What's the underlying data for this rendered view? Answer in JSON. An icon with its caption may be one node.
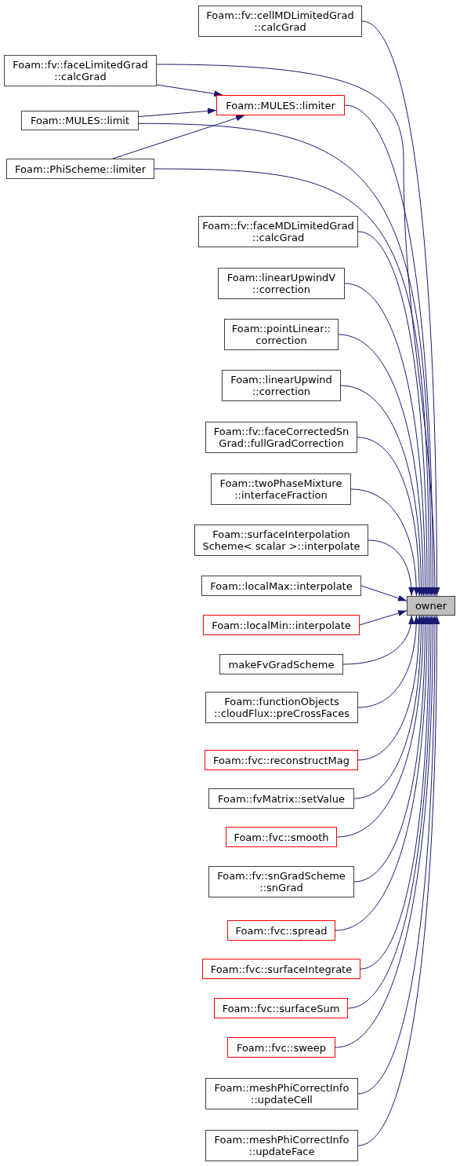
{
  "diagram": {
    "nodes": [
      {
        "text": [
          "Foam::fv::cellMDLimitedGrad ::calcGrad"
        ]
      },
      {
        "text": [
          "Foam::fv::faceLimitedGrad ::calcGrad"
        ]
      },
      {
        "text": [
          "Foam::MULES::limiter"
        ]
      },
      {
        "text": [
          "Foam::MULES::limit"
        ]
      },
      {
        "text": [
          "Foam::PhiScheme::limiter"
        ]
      },
      {
        "text": [
          "Foam::fv::faceMDLimitedGrad ::calcGrad"
        ]
      },
      {
        "text": [
          "Foam::linearUpwindV ::correction"
        ]
      },
      {
        "text": [
          "Foam::pointLinear:: correction"
        ]
      },
      {
        "text": [
          "Foam::linearUpwind ::correction"
        ]
      },
      {
        "text": [
          "Foam::fv::faceCorrectedSn Grad::fullGradCorrection"
        ]
      },
      {
        "text": [
          "Foam::twoPhaseMixture ::interfaceFraction"
        ]
      },
      {
        "text": [
          "Foam::surfaceInterpolation Scheme< scalar >::interpolate"
        ]
      },
      {
        "text": [
          "Foam::localMax::interpolate"
        ]
      },
      {
        "text": [
          "Foam::localMin::interpolate"
        ]
      },
      {
        "text": [
          "makeFvGradScheme"
        ]
      },
      {
        "text": [
          "Foam::functionObjects ::cloudFlux::preCrossFaces"
        ]
      },
      {
        "text": [
          "Foam::fvc::reconstructMag"
        ]
      },
      {
        "text": [
          "Foam::fvMatrix::setValue"
        ]
      },
      {
        "text": [
          "Foam::fvc::smooth"
        ]
      },
      {
        "text": [
          "Foam::fv::snGradScheme ::snGrad"
        ]
      },
      {
        "text": [
          "Foam::fvc::spread"
        ]
      },
      {
        "text": [
          "Foam::fvc::surfaceIntegrate"
        ]
      },
      {
        "text": [
          "Foam::fvc::surfaceSum"
        ]
      },
      {
        "text": [
          "Foam::fvc::sweep"
        ]
      },
      {
        "text": [
          "Foam::meshPhiCorrectInfo ::updateCell"
        ]
      },
      {
        "text": [
          "Foam::meshPhiCorrectInfo ::updateFace"
        ]
      },
      {
        "text": [
          "owner"
        ]
      }
    ],
    "edges": [
      {
        "from": 0,
        "to": 26,
        "arrow": "to"
      },
      {
        "from": 1,
        "to": 26,
        "arrow": "to"
      },
      {
        "from": 1,
        "to": 2,
        "arrow": "to"
      },
      {
        "from": 2,
        "to": 26,
        "arrow": "to"
      },
      {
        "from": 3,
        "to": 2,
        "arrow": "to"
      },
      {
        "from": 3,
        "to": 26,
        "arrow": "to"
      },
      {
        "from": 4,
        "to": 2,
        "arrow": "to"
      },
      {
        "from": 4,
        "to": 26,
        "arrow": "to"
      },
      {
        "from": 5,
        "to": 26,
        "arrow": "to"
      },
      {
        "from": 6,
        "to": 26,
        "arrow": "to"
      },
      {
        "from": 7,
        "to": 26,
        "arrow": "to"
      },
      {
        "from": 8,
        "to": 26,
        "arrow": "to"
      },
      {
        "from": 9,
        "to": 26,
        "arrow": "to"
      },
      {
        "from": 10,
        "to": 26,
        "arrow": "to"
      },
      {
        "from": 11,
        "to": 26,
        "arrow": "to"
      },
      {
        "from": 12,
        "to": 26,
        "arrow": "to"
      },
      {
        "from": 13,
        "to": 26,
        "arrow": "to"
      },
      {
        "from": 14,
        "to": 26,
        "arrow": "to"
      },
      {
        "from": 15,
        "to": 26,
        "arrow": "to"
      },
      {
        "from": 16,
        "to": 26,
        "arrow": "to"
      },
      {
        "from": 17,
        "to": 26,
        "arrow": "to"
      },
      {
        "from": 18,
        "to": 26,
        "arrow": "to"
      },
      {
        "from": 19,
        "to": 26,
        "arrow": "to"
      },
      {
        "from": 20,
        "to": 26,
        "arrow": "to"
      },
      {
        "from": 21,
        "to": 26,
        "arrow": "to"
      },
      {
        "from": 22,
        "to": 26,
        "arrow": "to"
      },
      {
        "from": 23,
        "to": 26,
        "arrow": "to"
      },
      {
        "from": 24,
        "to": 26,
        "arrow": "to"
      },
      {
        "from": 25,
        "to": 26,
        "arrow": "to"
      }
    ]
  }
}
